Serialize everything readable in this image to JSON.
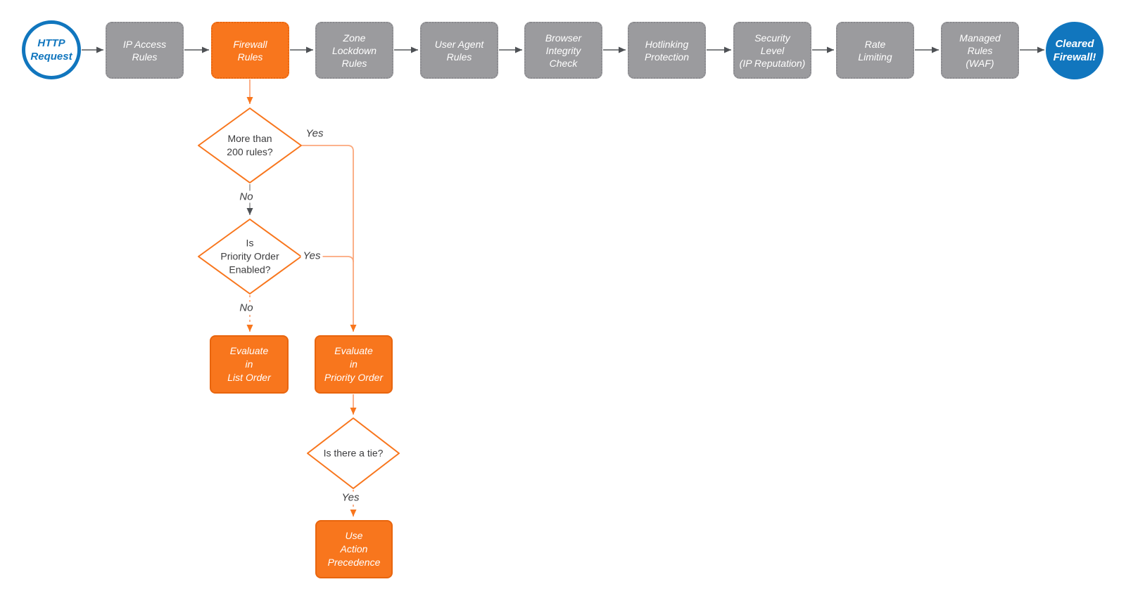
{
  "colors": {
    "blue": "#1176BE",
    "orange": "#F8761D",
    "orange_border": "#E8650E",
    "orange_line_light": "#FBA87C",
    "gray_node": "#9B9B9E",
    "gray_node_border": "#8A8A8E",
    "gray_line": "#9C9C9C",
    "arrow_gray": "#4E5155",
    "ink": "#3C3C3E"
  },
  "start_node": {
    "label": "HTTP\nRequest"
  },
  "end_node": {
    "label": "Cleared\nFirewall!"
  },
  "pipeline": [
    {
      "label": "IP Access\nRules"
    },
    {
      "label": "Firewall\nRules",
      "highlight": true
    },
    {
      "label": "Zone\nLockdown\nRules"
    },
    {
      "label": "User Agent\nRules"
    },
    {
      "label": "Browser\nIntegrity\nCheck"
    },
    {
      "label": "Hotlinking\nProtection"
    },
    {
      "label": "Security\nLevel\n(IP Reputation)"
    },
    {
      "label": "Rate\nLimiting"
    },
    {
      "label": "Managed\nRules\n(WAF)"
    }
  ],
  "decisions": [
    {
      "label": "More than\n200 rules?"
    },
    {
      "label": "Is\nPriority Order\nEnabled?"
    },
    {
      "label": "Is there a tie?"
    }
  ],
  "actions": [
    {
      "label": "Evaluate\nin\nList Order"
    },
    {
      "label": "Evaluate\nin\nPriority Order"
    },
    {
      "label": "Use\nAction\nPrecedence"
    }
  ],
  "edges": {
    "yes1": "Yes",
    "no1": "No",
    "yes2": "Yes",
    "no2": "No",
    "yes3": "Yes"
  }
}
